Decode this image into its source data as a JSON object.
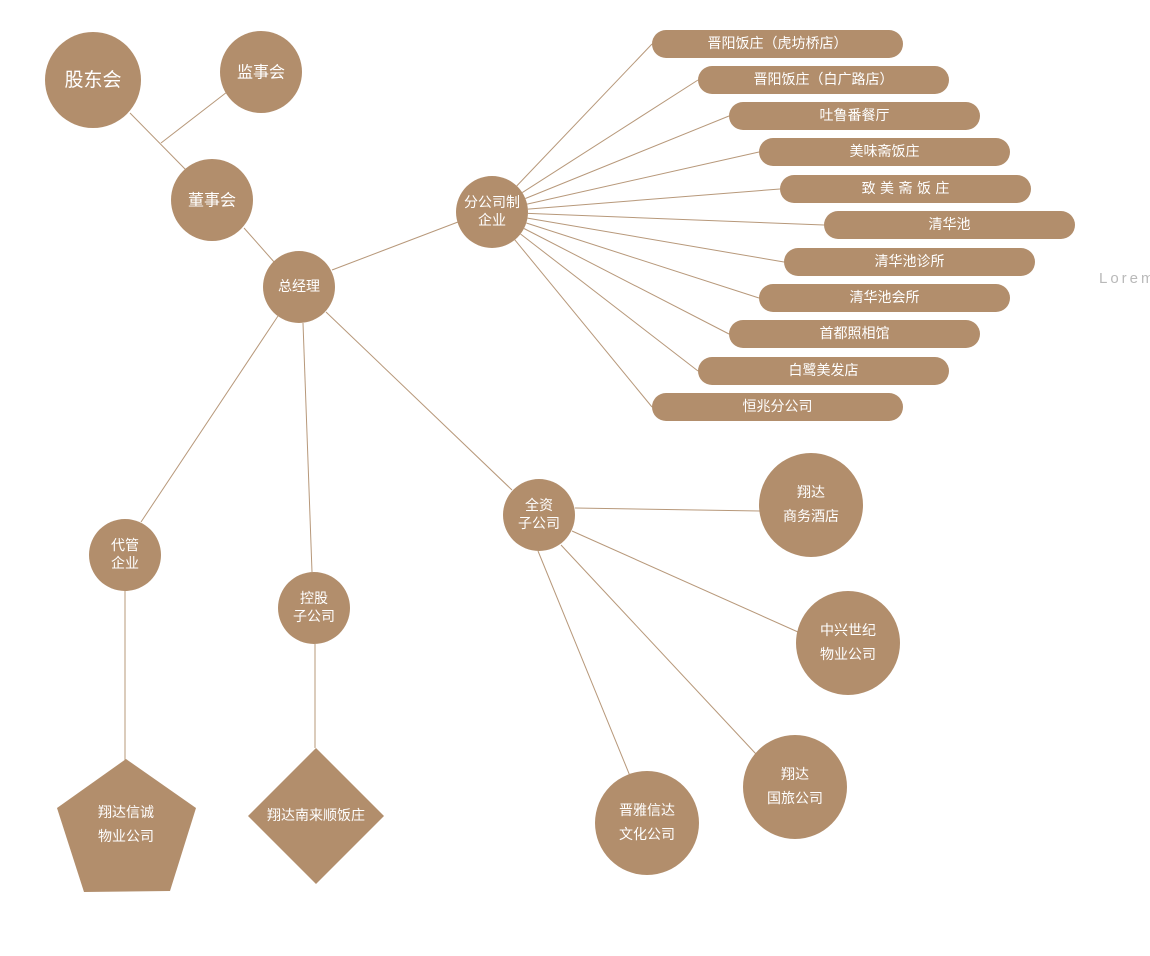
{
  "colors": {
    "node": "#b28e6c",
    "line": "#b7987a",
    "text": "#ffffff",
    "lorem": "#b9b9b9"
  },
  "watermark": "Lorem",
  "nodes": {
    "shareholders": [
      "股东会"
    ],
    "supervisors": [
      "监事会"
    ],
    "board": [
      "董事会"
    ],
    "gm": [
      "总经理"
    ],
    "branch": [
      "分公司制",
      "企业"
    ],
    "managed": [
      "代管",
      "企业"
    ],
    "holding": [
      "控股",
      "子公司"
    ],
    "wholly_owned": [
      "全资",
      "子公司"
    ],
    "xiangda_xincheng": [
      "翔达信诚",
      "物业公司"
    ],
    "nanlaishun": [
      "翔达南来顺饭庄"
    ],
    "jinya": [
      "晋雅信达",
      "文化公司"
    ],
    "guolv": [
      "翔达",
      "国旅公司"
    ],
    "zhongxing": [
      "中兴世纪",
      "物业公司"
    ],
    "hotel": [
      "翔达",
      "商务酒店"
    ]
  },
  "branches": [
    "晋阳饭庄（虎坊桥店）",
    "晋阳饭庄（白广路店）",
    "吐鲁番餐厅",
    "美味斋饭庄",
    "致 美 斋 饭 庄",
    "清华池",
    "清华池诊所",
    "清华池会所",
    "首都照相馆",
    "白鹭美发店",
    "恒兆分公司"
  ]
}
